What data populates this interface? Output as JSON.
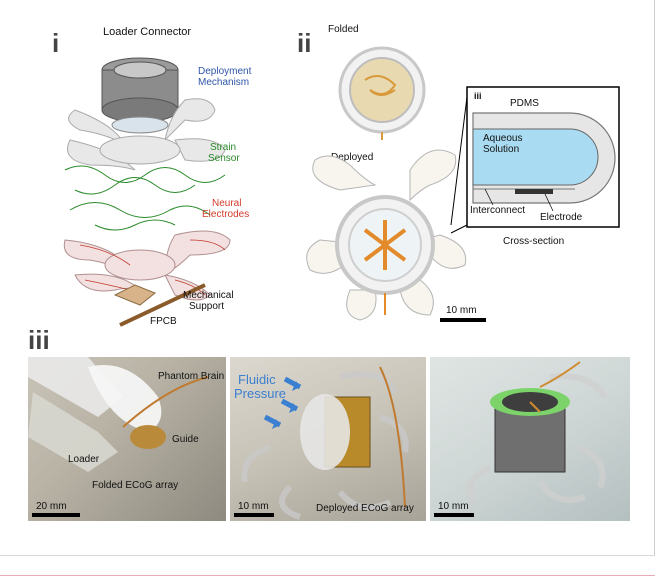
{
  "panels": {
    "i": "i",
    "ii": "ii",
    "iii_inset": "iii",
    "iii": "iii"
  },
  "panel_i": {
    "loader_connector": "Loader Connector",
    "deployment_mechanism_1": "Deployment",
    "deployment_mechanism_2": "Mechanism",
    "strain_sensor_1": "Strain",
    "strain_sensor_2": "Sensor",
    "neural_electrodes_1": "Neural",
    "neural_electrodes_2": "Electrodes",
    "mechanical_support_1": "Mechanical",
    "mechanical_support_2": "Support",
    "fpcb": "FPCB"
  },
  "panel_ii": {
    "folded": "Folded",
    "deployed": "Deployed",
    "scale": "10 mm"
  },
  "panel_iii_inset": {
    "pdms": "PDMS",
    "aqueous_1": "Aqueous",
    "aqueous_2": "Solution",
    "interconnect": "Interconnect",
    "electrode": "Electrode",
    "cross_section": "Cross-section"
  },
  "photos": {
    "left": {
      "phantom_brain": "Phantom Brain",
      "guide": "Guide",
      "loader": "Loader",
      "folded_ecog": "Folded ECoG array",
      "scale": "20 mm"
    },
    "middle": {
      "fluidic_1": "Fluidic",
      "fluidic_2": "Pressure",
      "deployed_ecog": "Deployed ECoG array",
      "scale": "10 mm"
    },
    "right": {
      "scale": "10 mm"
    }
  },
  "colors": {
    "deployment": "#2e55a8",
    "strain": "#2a8a2a",
    "electrodes": "#d23b2b",
    "aqueous": "#a9dcf2",
    "fluid_arrow": "#3a7fd0"
  }
}
